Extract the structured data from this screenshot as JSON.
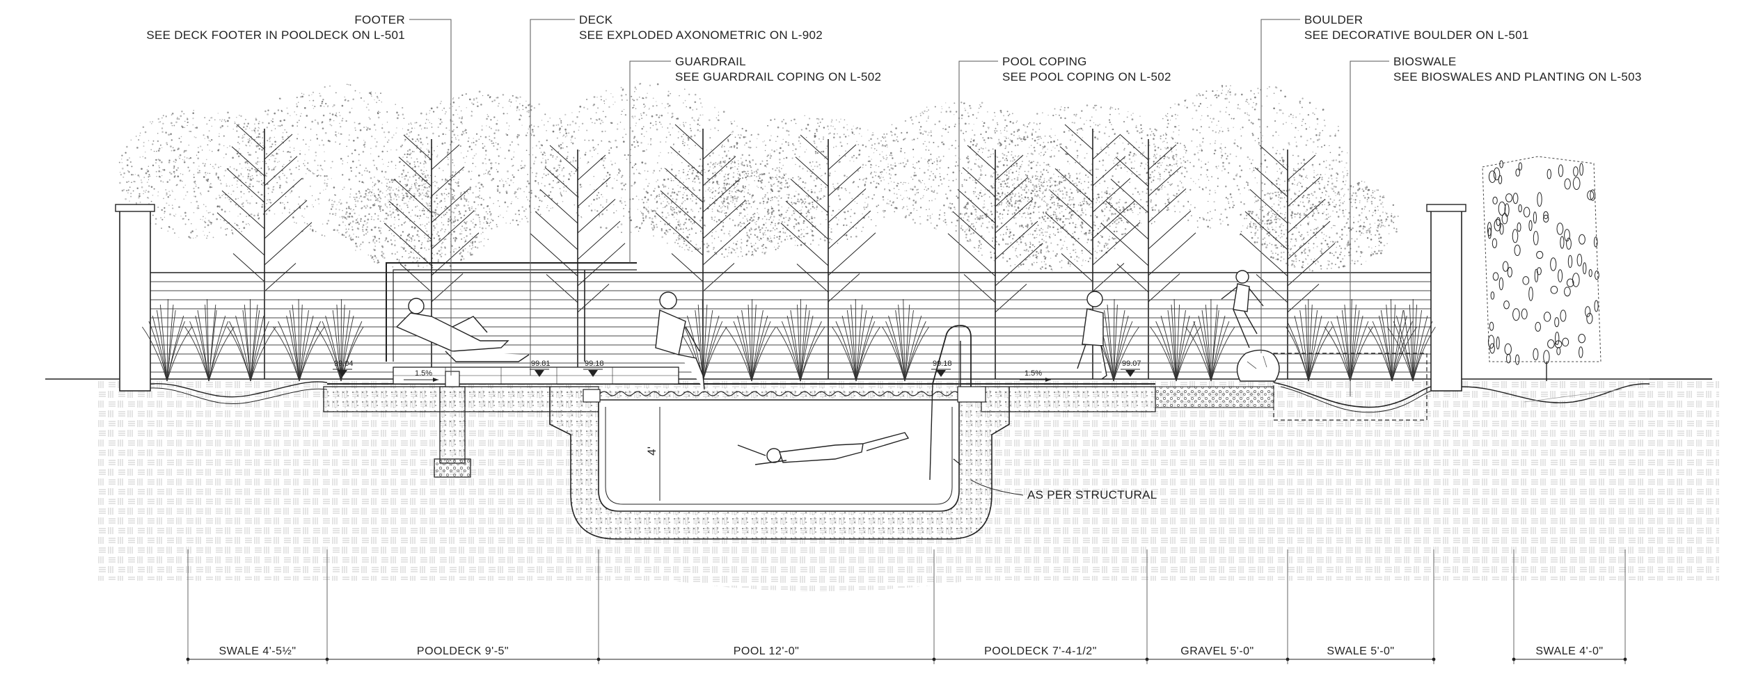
{
  "callouts": [
    {
      "key": "footer",
      "title": "FOOTER",
      "note": "SEE DECK FOOTER IN POOLDECK ON L-501"
    },
    {
      "key": "deck",
      "title": "DECK",
      "note": "SEE EXPLODED AXONOMETRIC ON L-902"
    },
    {
      "key": "guardrail",
      "title": "GUARDRAIL",
      "note": "SEE GUARDRAIL COPING ON L-502"
    },
    {
      "key": "pool-coping",
      "title": "POOL COPING",
      "note": "SEE POOL COPING ON L-502"
    },
    {
      "key": "boulder",
      "title": "BOULDER",
      "note": "SEE DECORATIVE BOULDER ON L-501"
    },
    {
      "key": "bioswale",
      "title": "BIOSWALE",
      "note": "SEE BIOSWALES AND PLANTING ON L-503"
    }
  ],
  "structural_note": "AS PER STRUCTURAL",
  "pool_depth": "4'",
  "elevations": [
    "99.04",
    "99.81",
    "99.18",
    "99.18",
    "99.07"
  ],
  "slopes": [
    "1.5%",
    "1.5%"
  ],
  "dimensions": [
    {
      "key": "swale-1",
      "label": "SWALE 4'-5½\""
    },
    {
      "key": "pooldeck-1",
      "label": "POOLDECK 9'-5\""
    },
    {
      "key": "pool",
      "label": "POOL 12'-0\""
    },
    {
      "key": "pooldeck-2",
      "label": "POOLDECK 7'-4-1/2\""
    },
    {
      "key": "gravel",
      "label": "GRAVEL 5'-0\""
    },
    {
      "key": "swale-2",
      "label": "SWALE 5'-0\""
    },
    {
      "key": "swale-3",
      "label": "SWALE 4'-0\""
    }
  ]
}
